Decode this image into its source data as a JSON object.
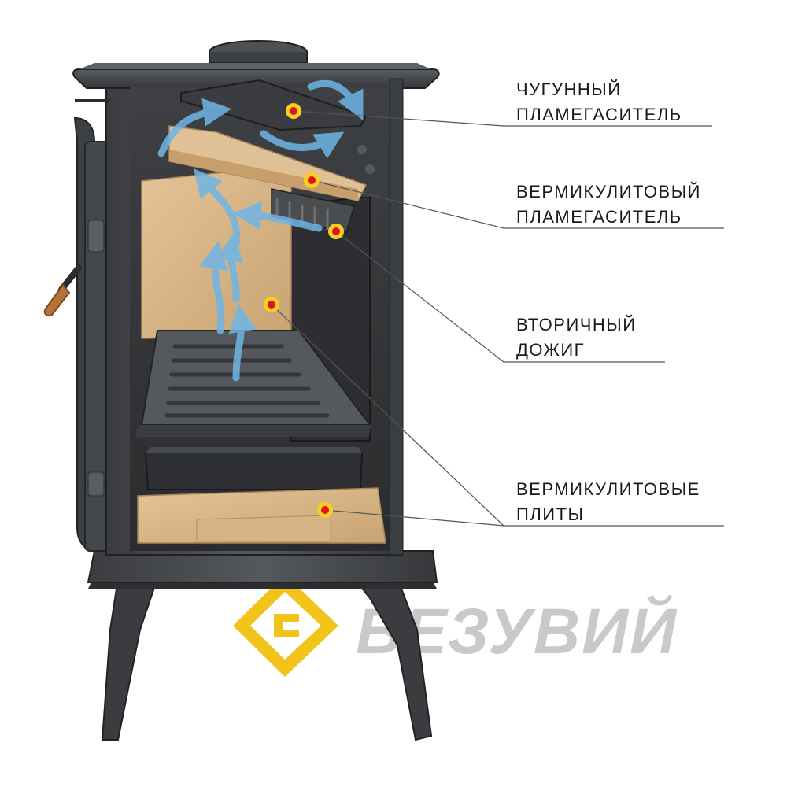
{
  "callouts": [
    {
      "id": "cast-iron-damper",
      "lines": [
        "ЧУГУННЫЙ",
        "ПЛАМЕГАСИТЕЛЬ"
      ]
    },
    {
      "id": "vermiculite-damper",
      "lines": [
        "ВЕРМИКУЛИТОВЫЙ",
        "ПЛАМЕГАСИТЕЛЬ"
      ]
    },
    {
      "id": "secondary-burn",
      "lines": [
        "ВТОРИЧНЫЙ",
        "ДОЖИГ"
      ]
    },
    {
      "id": "vermiculite-plates",
      "lines": [
        "ВЕРМИКУЛИТОВЫЕ",
        "ПЛИТЫ"
      ]
    }
  ],
  "brand": {
    "name": "ВЕЗУВИЙ"
  },
  "colors": {
    "iron_dark": "#2f3133",
    "iron_mid": "#4a4d50",
    "iron_light": "#6c7074",
    "vermiculite": "#d9b98a",
    "vermiculite_shade": "#c49f6e",
    "marker_red": "#e0141e",
    "marker_ring": "#f5d020",
    "airflow_blue": "#6fb6e6",
    "brand_yellow": "#f2c318",
    "brand_gray": "#c9c9c9"
  }
}
